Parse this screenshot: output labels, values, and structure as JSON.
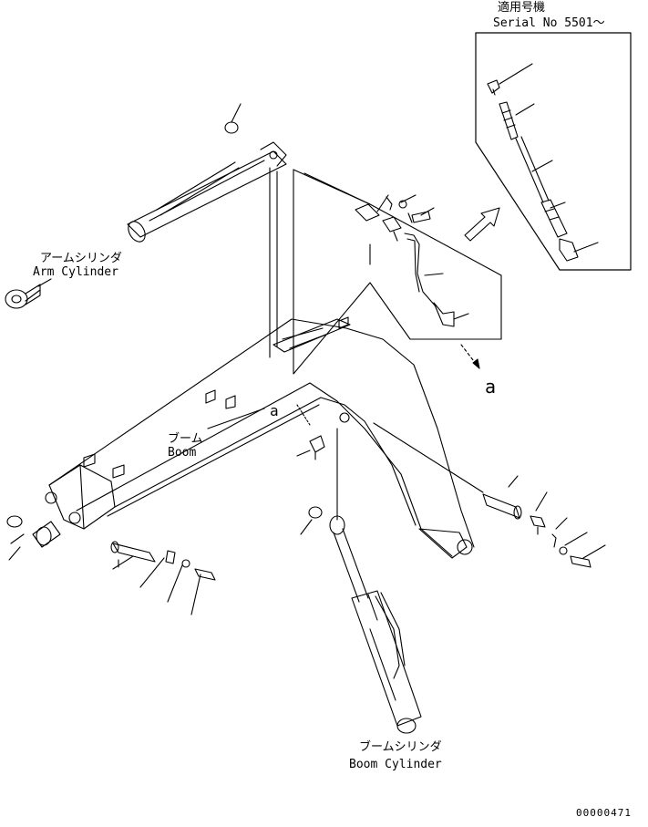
{
  "inset": {
    "applicable_model_jp": "適用号機",
    "serial_label": "Serial No 5501～"
  },
  "callouts": {
    "view_letter": "a"
  },
  "labels": {
    "arm_cylinder_jp": "アームシリンダ",
    "arm_cylinder_en": "Arm Cylinder",
    "boom_jp": "ブーム",
    "boom_en": "Boom",
    "boom_cylinder_jp": "ブームシリンダ",
    "boom_cylinder_en": "Boom Cylinder"
  },
  "drawing_number": "00000471"
}
